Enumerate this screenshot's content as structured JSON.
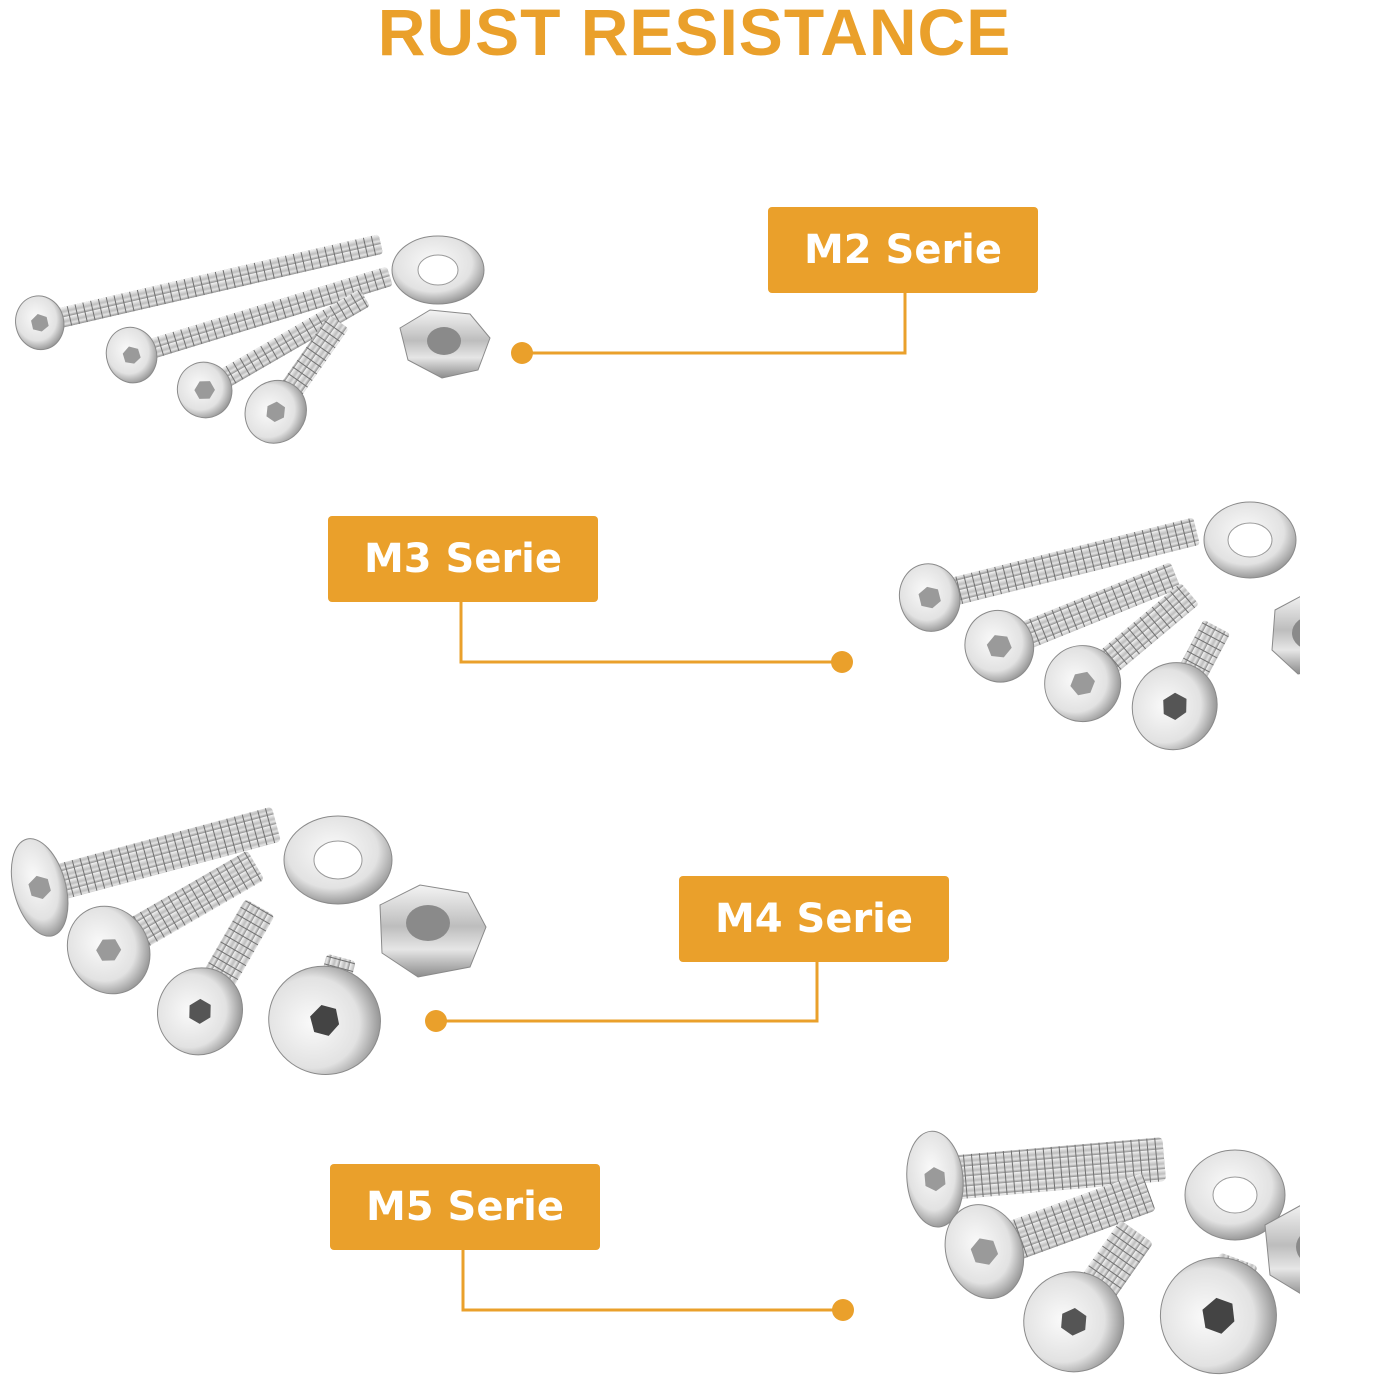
{
  "title": "RUST RESISTANCE",
  "accent_color": "#eaa02b",
  "series": [
    {
      "label": "M2 Serie"
    },
    {
      "label": "M3 Serie"
    },
    {
      "label": "M4 Serie"
    },
    {
      "label": "M5 Serie"
    }
  ],
  "icons": [
    "screw-icon",
    "washer-icon",
    "hex-nut-icon"
  ]
}
